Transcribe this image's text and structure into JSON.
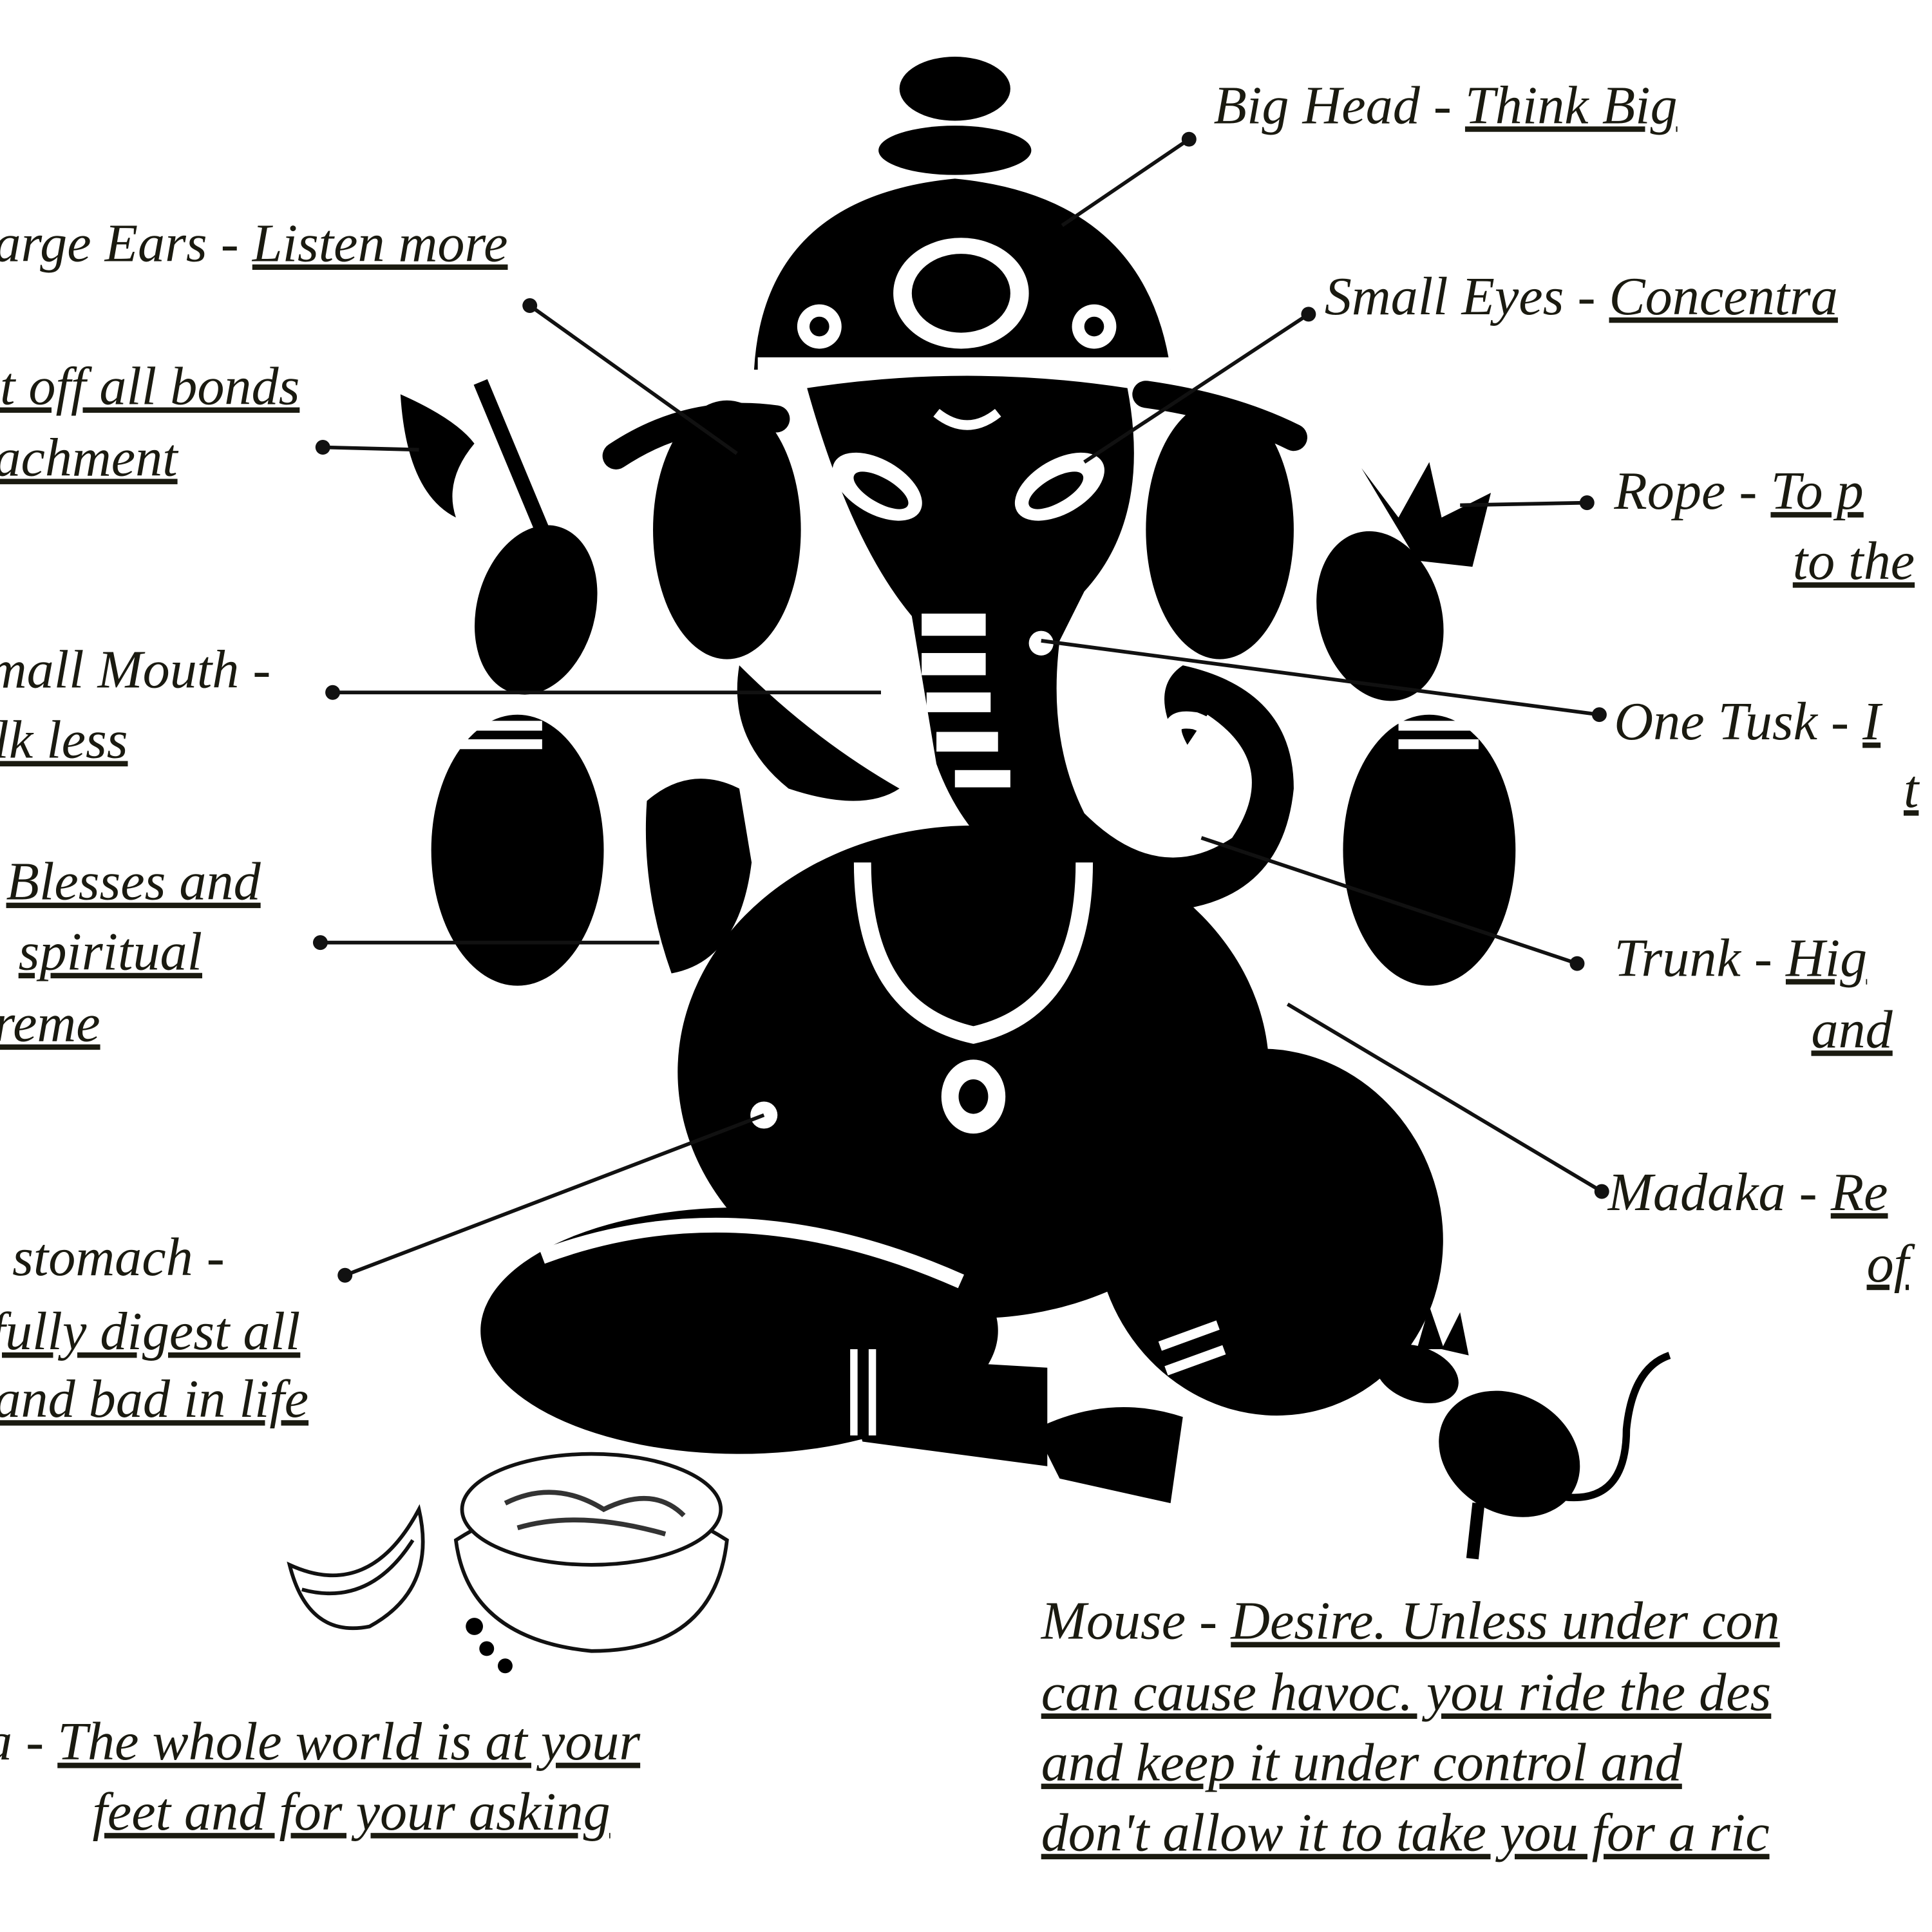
{
  "labels": {
    "big_head": {
      "name": "Big Head - ",
      "meaning": "Think Big"
    },
    "large_ears": {
      "name": "arge Ears - ",
      "meaning": "Listen more"
    },
    "axe": {
      "line1": "t off all bonds",
      "line2": "achment"
    },
    "small_eyes": {
      "name": "Small Eyes - ",
      "meaning": "Concentra"
    },
    "rope": {
      "name": "Rope - ",
      "meaning1": "To p",
      "meaning2": "to the"
    },
    "small_mouth": {
      "name": "mall Mouth -",
      "meaning": "lk less"
    },
    "one_tusk": {
      "name": "One Tusk - ",
      "meaning1": "I",
      "meaning2": "t"
    },
    "blessing_hand": {
      "line1": "Blesses and",
      "line2": "spiritual",
      "line3": "reme"
    },
    "trunk": {
      "name": "Trunk - ",
      "meaning1": "Hig",
      "meaning2": "and"
    },
    "madaka": {
      "name": "Madaka - ",
      "meaning1": "Re",
      "meaning2": "of"
    },
    "stomach": {
      "name": "stomach -",
      "line1": "fully digest all",
      "line2": "and bad in life"
    },
    "prasada": {
      "name": "a - ",
      "line1": "The whole world is at your",
      "line2": "feet and for your asking"
    },
    "mouse": {
      "name": "Mouse - ",
      "line1": "Desire. Unless under con",
      "line2": "can cause havoc. you ride the des",
      "line3": "and keep it under control and",
      "line4": "don't allow it to take you for a ric"
    }
  },
  "colors": {
    "ink": "#000000",
    "text": "#1a1a10",
    "background": "#ffffff"
  }
}
